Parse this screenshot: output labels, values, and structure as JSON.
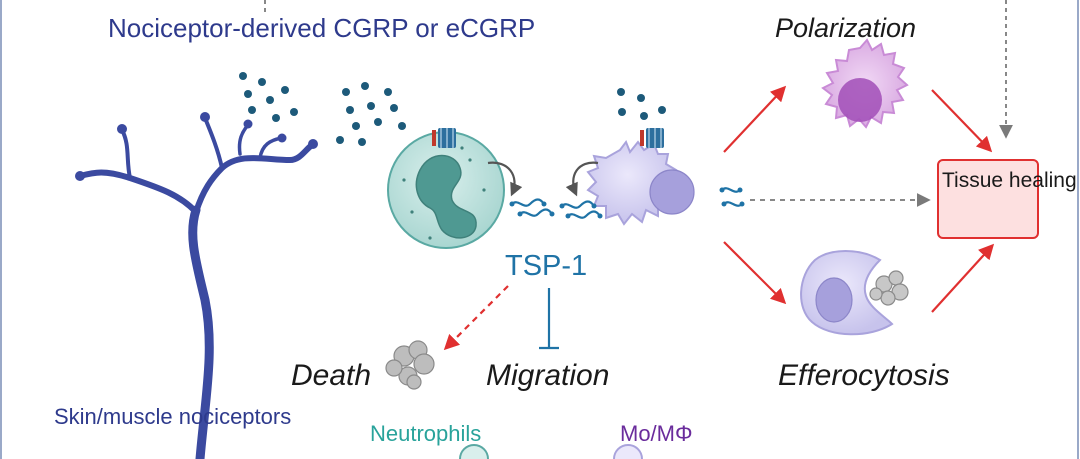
{
  "labels": {
    "source": "Nociceptor-derived CGRP or eCGRP",
    "polarization": "Polarization",
    "tissue_healing": "Tissue healing",
    "tsp1": "TSP-1",
    "death": "Death",
    "migration": "Migration",
    "efferocytosis": "Efferocytosis",
    "nociceptors": "Skin/muscle nociceptors",
    "neutrophils": "Neutrophils",
    "mo_mphi": "Mo/MΦ"
  },
  "colors": {
    "frame_border": "#9aa9c8",
    "nociceptor_blue": "#2e3a8c",
    "neutrophil_teal": "#5aa9a3",
    "macrophage_lavender": "#c7c3ec",
    "polarized_magenta": "#c98bd6",
    "tsp1_blue": "#1f73a6",
    "arrow_red": "#e03030",
    "healing_box_fill": "#fde0e0",
    "dashed_gray": "#888888"
  }
}
